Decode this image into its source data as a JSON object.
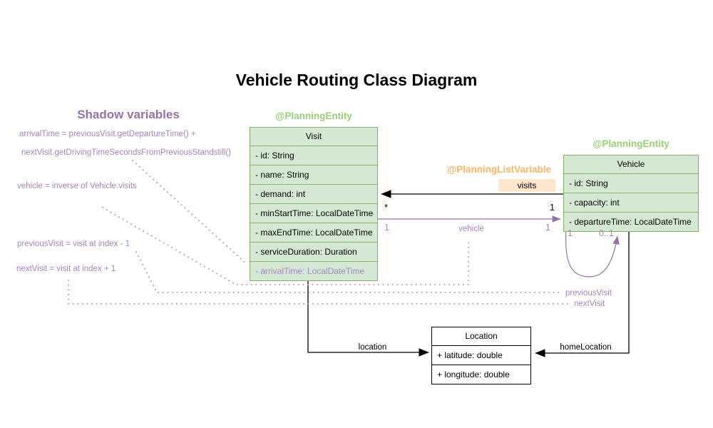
{
  "title": "Vehicle Routing Class Diagram",
  "shadow_panel": {
    "heading": "Shadow variables",
    "lines": [
      "arrivalTime = previousVisit.getDepartureTime() +",
      "nextVisit.getDrivingTimeSecondsFromPreviousStandstill()",
      "vehicle = inverse of Vehicle.visits",
      "previousVisit = visit at index - 1",
      "nextVisit = visit at index + 1"
    ]
  },
  "classes": {
    "visit": {
      "annotation": "@PlanningEntity",
      "name": "Visit",
      "fields": [
        "- id: String",
        "- name: String",
        "- demand: int",
        "- minStartTime: LocalDateTime",
        "- maxEndTime: LocalDateTime",
        "- serviceDuration: Duration",
        "- arrivalTime: LocalDateTime"
      ]
    },
    "vehicle": {
      "annotation": "@PlanningEntity",
      "name": "Vehicle",
      "fields": [
        "- id: String",
        "- capacity: int",
        "- departureTime: LocalDateTime"
      ]
    },
    "location": {
      "name": "Location",
      "fields": [
        "+ latitude: double",
        "+ longitude: double"
      ]
    }
  },
  "relations": {
    "visits": {
      "annotation": "@PlanningListVariable",
      "label": "visits",
      "target_multiplicity": "*",
      "source_multiplicity": "1"
    },
    "vehicle": {
      "label": "vehicle",
      "left_multiplicity": "1",
      "right_multiplicity": "1"
    },
    "chain_loop": {
      "left_multiplicity": "1",
      "right_multiplicity": "0..1",
      "previous_label": "previousVisit",
      "next_label": "nextVisit"
    },
    "location": {
      "label": "location"
    },
    "home_location": {
      "label": "homeLocation"
    }
  },
  "colors": {
    "entity_fill": "#d5e8d4",
    "entity_border": "#82b366",
    "annotation_green": "#97d077",
    "annotation_orange": "#ffb366",
    "badge_fill": "#ffe6cc",
    "purple": "#9673a6",
    "purple_light": "#a584c2",
    "dotted_purple": "#b49bd1",
    "black": "#000000"
  }
}
